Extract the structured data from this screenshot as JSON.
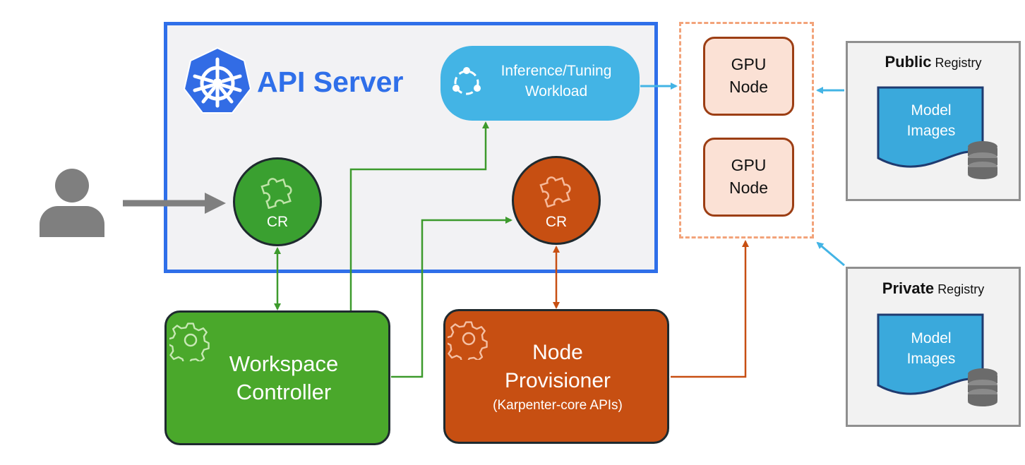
{
  "api_server": {
    "title": "API Server"
  },
  "workload": {
    "line1": "Inference/Tuning",
    "line2": "Workload"
  },
  "cr_left": {
    "label": "CR"
  },
  "cr_right": {
    "label": "CR"
  },
  "workspace_controller": {
    "line1": "Workspace",
    "line2": "Controller"
  },
  "node_provisioner": {
    "line1": "Node",
    "line2": "Provisioner",
    "subtitle": "(Karpenter-core APIs)"
  },
  "gpu_nodes": [
    {
      "line1": "GPU",
      "line2": "Node"
    },
    {
      "line1": "GPU",
      "line2": "Node"
    }
  ],
  "public_registry": {
    "bold": "Public",
    "label": "Registry",
    "doc_line1": "Model",
    "doc_line2": "Images"
  },
  "private_registry": {
    "bold": "Private",
    "label": "Registry",
    "doc_line1": "Model",
    "doc_line2": "Images"
  },
  "colors": {
    "api_blue": "#2f6fe9",
    "workload_blue": "#43b4e5",
    "controller_green": "#4aa82b",
    "provisioner_orange": "#c74f12",
    "gpu_fill": "#fbe1d5",
    "gpu_border": "#9c3e14",
    "dashed_orange": "#f2a37a",
    "user_gray": "#7f7f7f"
  },
  "icons": [
    "kubernetes-logo-icon",
    "workload-cycle-icon",
    "puzzle-icon",
    "gear-icon",
    "user-icon",
    "document-icon",
    "database-icon"
  ]
}
